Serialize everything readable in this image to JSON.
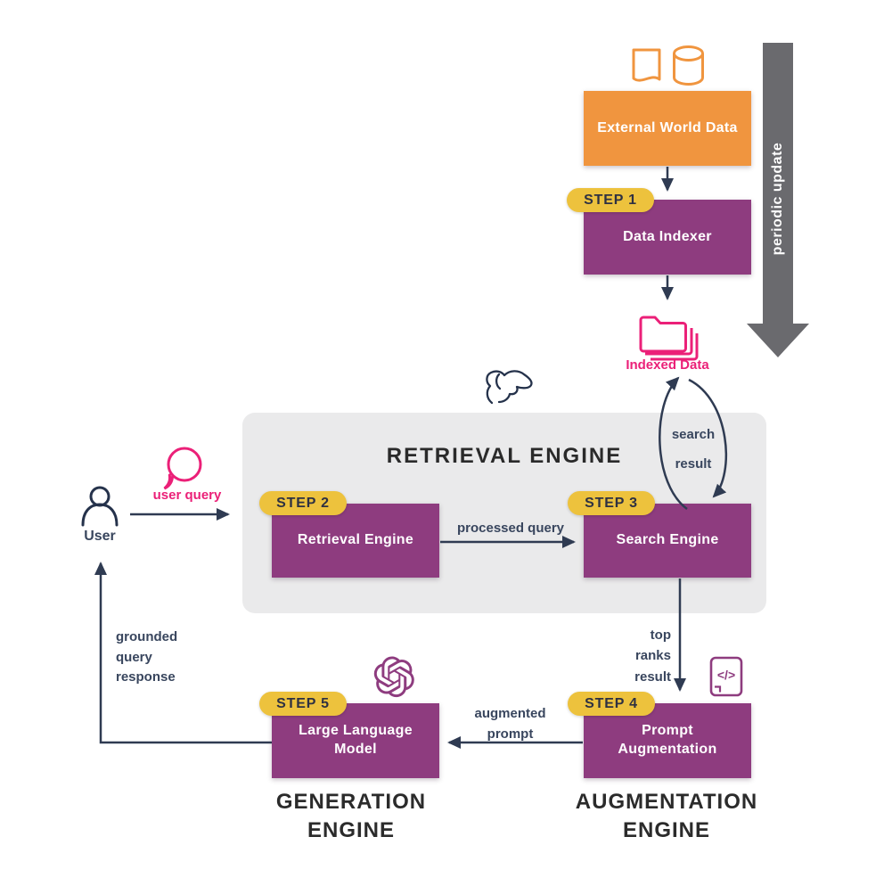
{
  "colors": {
    "purple": "#8E3C7F",
    "orange": "#F0953F",
    "yellow": "#EDC23D",
    "pink": "#EB2078",
    "navy": "#2F3B52",
    "gray_arrow": "#6A6A6E",
    "panel_gray": "#EAEAEB",
    "dark_text": "#2B2B2B"
  },
  "nodes": {
    "external_world_data": {
      "label": "External World Data"
    },
    "data_indexer": {
      "step": "STEP 1",
      "label": "Data Indexer"
    },
    "retrieval_engine": {
      "step": "STEP 2",
      "label": "Retrieval Engine"
    },
    "search_engine": {
      "step": "STEP 3",
      "label": "Search Engine"
    },
    "prompt_augmentation": {
      "step": "STEP 4",
      "label": "Prompt\nAugmentation"
    },
    "large_language_model": {
      "step": "STEP 5",
      "label": "Large Language\nModel"
    }
  },
  "sections": {
    "retrieval_engine_title": "RETRIEVAL ENGINE",
    "generation_engine": "GENERATION\nENGINE",
    "augmentation_engine": "AUGMENTATION\nENGINE"
  },
  "labels": {
    "periodic_update": "periodic update",
    "indexed_data": "Indexed Data",
    "user": "User",
    "user_query": "user query",
    "processed_query": "processed query",
    "search": "search",
    "result": "result",
    "top_ranks_result": "top\nranks\nresult",
    "augmented_prompt": "augmented\nprompt",
    "grounded_query_response": "grounded\nquery\nresponse"
  },
  "icons": {
    "code_glyph": "</>"
  }
}
